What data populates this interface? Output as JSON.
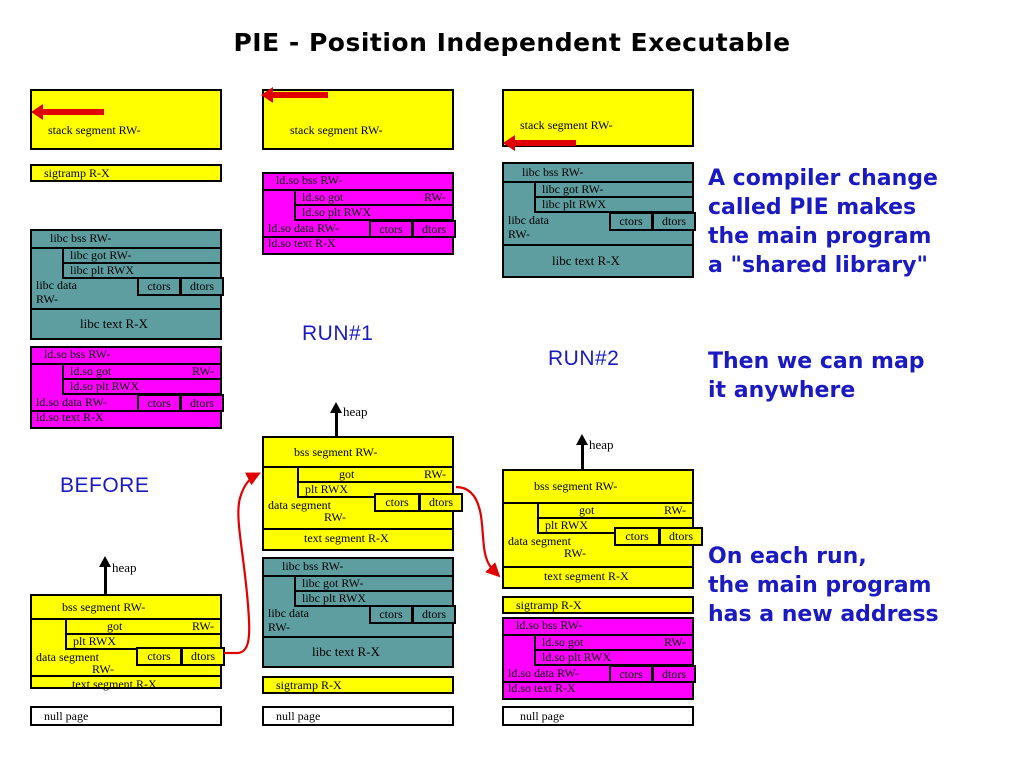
{
  "title": "PIE - Position Independent Executable",
  "labels": {
    "before": "BEFORE",
    "run1": "RUN#1",
    "run2": "RUN#2",
    "heap": "heap"
  },
  "notes": {
    "note1": "A compiler change\ncalled PIE makes\nthe main program\na \"shared library\"",
    "note2": "Then we can map\nit anywhere",
    "note3": "On each run,\nthe main program\nhas a new address"
  },
  "segments": {
    "stack": "stack segment RW-",
    "sigtramp": "sigtramp R-X",
    "null_page": "null page",
    "bss": "bss segment RW-",
    "got": "got",
    "got_perm": "RW-",
    "plt": "plt   RWX",
    "data": "data segment",
    "data_perm": "RW-",
    "text": "text segment R-X",
    "ctors": "ctors",
    "dtors": "dtors",
    "libc_bss": "libc bss RW-",
    "libc_got": "libc got    RW-",
    "libc_plt": "libc plt    RWX",
    "libc_data": "libc data",
    "libc_data_perm": "RW-",
    "libc_text": "libc text R-X",
    "ldso_bss": "ld.so bss RW-",
    "ldso_got": "ld.so got",
    "ldso_got_perm": "RW-",
    "ldso_plt": "ld.so plt   RWX",
    "ldso_data": "ld.so data RW-",
    "ldso_text": "ld.so text  R-X"
  },
  "colors": {
    "yellow": "#ffff00",
    "teal": "#5f9ea0",
    "magenta": "#ff00ff",
    "white": "#ffffff",
    "red_arrow": "#e00000",
    "note_blue": "#1a1ac0",
    "outline": "#000000"
  },
  "columns": [
    {
      "name": "before",
      "caption": "BEFORE"
    },
    {
      "name": "run1",
      "caption": "RUN#1"
    },
    {
      "name": "run2",
      "caption": "RUN#2"
    }
  ]
}
